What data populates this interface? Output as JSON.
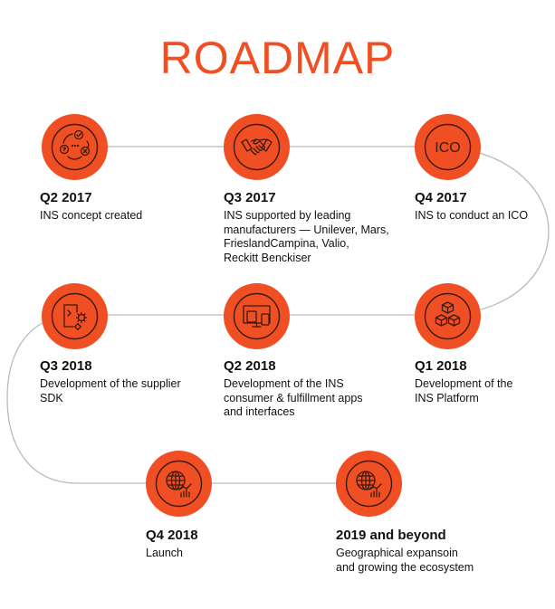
{
  "title": "ROADMAP",
  "colors": {
    "accent": "#f04e23",
    "connector": "#bbbbbb",
    "icon_stroke": "#3a1a12",
    "text": "#111111"
  },
  "milestones": [
    {
      "title": "Q2 2017",
      "description": "INS concept created",
      "icon": "cycle-icon"
    },
    {
      "title": "Q3 2017",
      "description": "INS supported by leading\nmanufacturers — Unilever, Mars,\nFrieslandCampina, Valio,\nReckitt Benckiser",
      "icon": "handshake-icon"
    },
    {
      "title": "Q4 2017",
      "description": "INS to conduct an ICO",
      "icon": "ico-icon",
      "icon_text": "ICO"
    },
    {
      "title": "Q1 2018",
      "description": "Development of the\nINS Platform",
      "icon": "blocks-icon"
    },
    {
      "title": "Q2 2018",
      "description": "Development of the INS\nconsumer & fulfillment apps\nand interfaces",
      "icon": "devices-icon"
    },
    {
      "title": "Q3 2018",
      "description": "Development of the supplier\nSDK",
      "icon": "sdk-gears-icon"
    },
    {
      "title": "Q4 2018",
      "description": "Launch",
      "icon": "globe-chart-icon"
    },
    {
      "title": "2019 and beyond",
      "description": "Geographical expansoin\nand growing the ecosystem",
      "icon": "globe-chart-icon"
    }
  ]
}
